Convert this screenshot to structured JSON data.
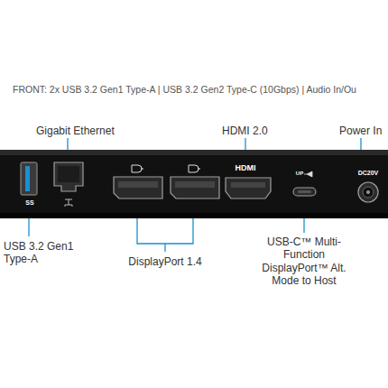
{
  "diagram": {
    "labels": [
      "FRONT: 2x USB 3.2 Gen1 Type-A | USB 3.2 Gen2 Type-C (10Gbps) | Audio In/Ou",
      "Gigabit Ethernet",
      "HDMI 2.0",
      "Power In",
      "SS",
      "HDMI",
      "UP",
      "DC20V",
      "USB 3.2 Gen1 Type-A",
      "DisplayPort 1.4",
      "USB-C™ Multi-Function DisplayPort™ Alt. Mode to Host"
    ]
  }
}
